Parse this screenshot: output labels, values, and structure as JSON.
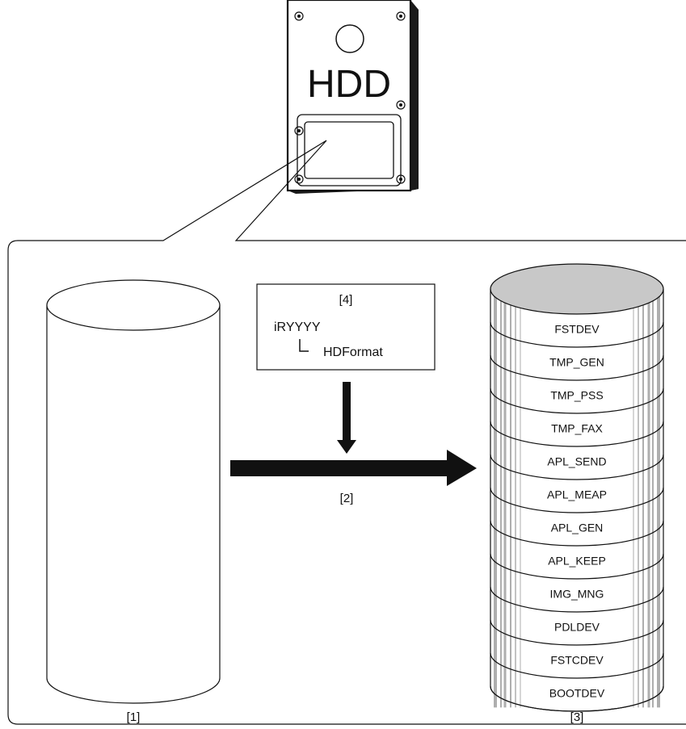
{
  "hdd": {
    "label": "HDD"
  },
  "labels": {
    "source": "[1]",
    "arrow": "[2]",
    "target": "[3]",
    "tool": "[4]"
  },
  "tool_box": {
    "parent": "iRYYYY",
    "child": "HDFormat",
    "tree_glyph": "└"
  },
  "partitions": [
    "FSTDEV",
    "TMP_GEN",
    "TMP_PSS",
    "TMP_FAX",
    "APL_SEND",
    "APL_MEAP",
    "APL_GEN",
    "APL_KEEP",
    "IMG_MNG",
    "PDLDEV",
    "FSTCDEV",
    "BOOTDEV"
  ],
  "colors": {
    "partition_top": "#c8c8c8",
    "hdd_body": "#222222",
    "stripe": "#a0a0a0"
  }
}
